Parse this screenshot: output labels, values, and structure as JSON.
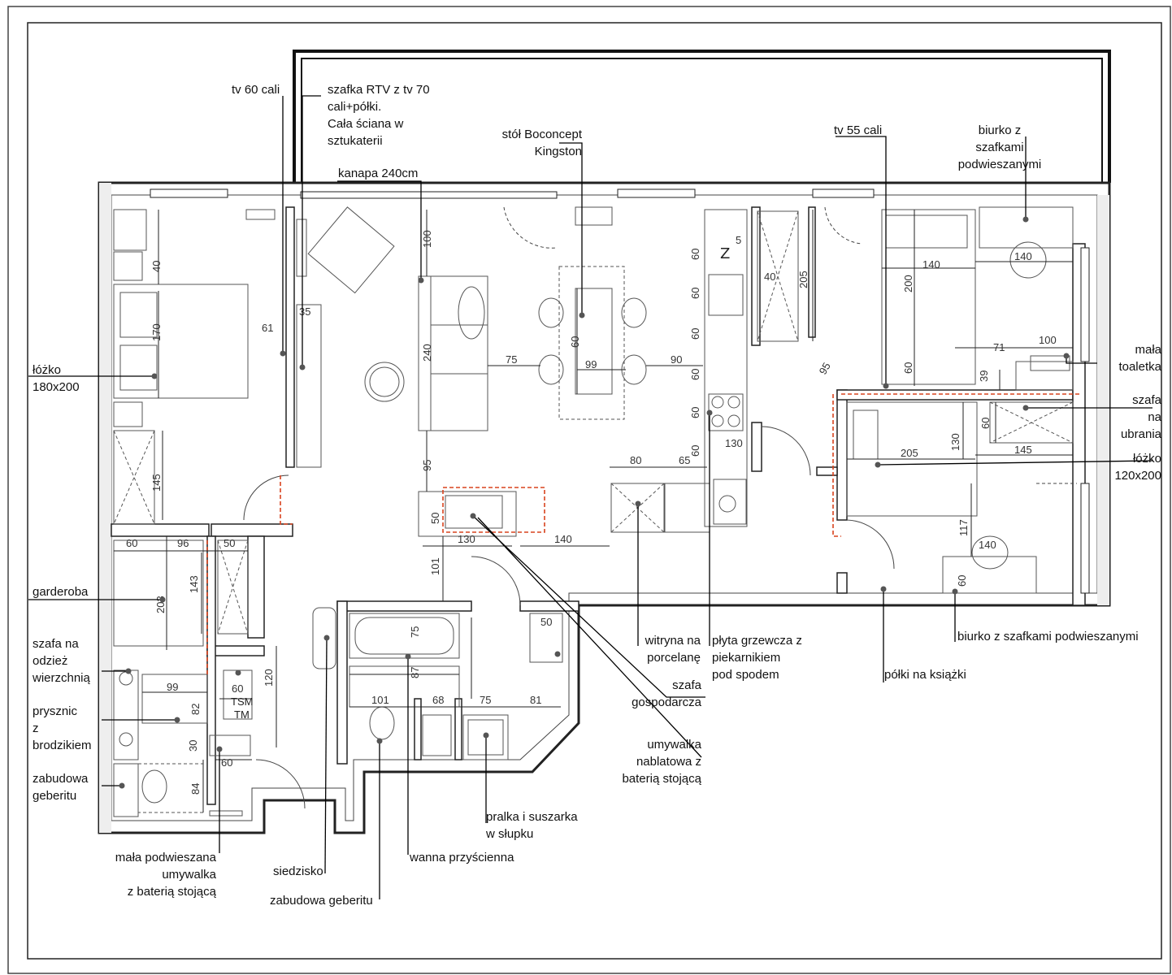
{
  "labels": {
    "tv60": [
      "tv 60 cali"
    ],
    "rtv": [
      "szafka RTV z tv 70",
      "cali+półki.",
      "Cała ściana w",
      "sztukaterii"
    ],
    "table": [
      "stół Boconcept",
      "Kingston"
    ],
    "sofa": [
      "kanapa 240cm"
    ],
    "tv55": [
      "tv 55 cali"
    ],
    "desk_top": [
      "biurko z",
      "szafkami",
      "podwieszanymi"
    ],
    "bed180": [
      "łóżko",
      "180x200"
    ],
    "vanity": [
      "mała",
      "toaletka"
    ],
    "wardrobe": [
      "szafa",
      "na",
      "ubrania"
    ],
    "bed120": [
      "łóżko",
      "120x200"
    ],
    "dressing": [
      "garderoba"
    ],
    "outerwear": [
      "szafa na",
      "odzież",
      "wierzchnią"
    ],
    "shower": [
      "prysznic",
      "z",
      "brodzikiem"
    ],
    "geberit_left": [
      "zabudowa",
      "geberitu"
    ],
    "china_cabinet": [
      "witryna na",
      "porcelanę"
    ],
    "hob": [
      "płyta grzewcza z",
      "piekarnikiem",
      "pod spodem"
    ],
    "utility": [
      "szafa",
      "gospodarcza"
    ],
    "countertop_basin": [
      "umywalka",
      "nablatowa z",
      "baterią stojącą"
    ],
    "bookshelves": [
      "półki na książki"
    ],
    "desk_bottom": [
      "biurko z szafkami podwieszanymi"
    ],
    "washer": [
      "pralka i suszarka",
      "w słupku"
    ],
    "small_basin": [
      "mała podwieszana",
      "umywalka",
      "z baterią stojącą"
    ],
    "seat": [
      "siedzisko"
    ],
    "bathtub": [
      "wanna przyścienna"
    ],
    "geberit_bottom": [
      "zabudowa geberitu"
    ]
  },
  "dimensions": [
    "61",
    "170",
    "40",
    "35",
    "100",
    "240",
    "75",
    "60",
    "99",
    "90",
    "60",
    "60",
    "60",
    "60",
    "60",
    "60",
    "205",
    "95",
    "140",
    "200",
    "60",
    "100",
    "71",
    "39",
    "60",
    "205",
    "130",
    "145",
    "80",
    "65",
    "130",
    "95",
    "50",
    "130",
    "140",
    "101",
    "145",
    "60",
    "96",
    "50",
    "143",
    "203",
    "60",
    "120",
    "99",
    "82",
    "30",
    "60",
    "84",
    "75",
    "87",
    "101",
    "68",
    "75",
    "81",
    "117",
    "140",
    "60",
    "5",
    "40",
    "50",
    "140"
  ],
  "icons": {
    "north": "Z",
    "meter": [
      "TSM",
      "TM"
    ]
  }
}
